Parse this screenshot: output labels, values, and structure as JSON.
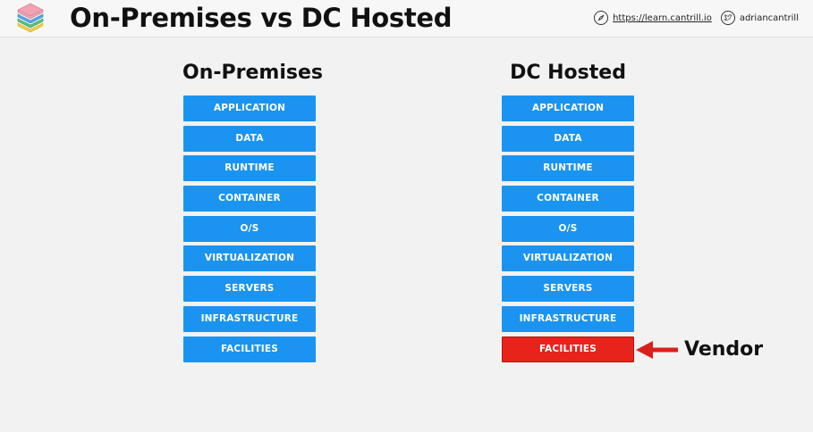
{
  "header": {
    "title": "On-Premises vs DC Hosted",
    "website": "https://learn.cantrill.io",
    "twitter": "adriancantrill"
  },
  "columns": [
    {
      "title": "On-Premises",
      "layers": [
        "APPLICATION",
        "DATA",
        "RUNTIME",
        "CONTAINER",
        "O/S",
        "VIRTUALIZATION",
        "SERVERS",
        "INFRASTRUCTURE",
        "FACILITIES"
      ]
    },
    {
      "title": "DC Hosted",
      "layers": [
        "APPLICATION",
        "DATA",
        "RUNTIME",
        "CONTAINER",
        "O/S",
        "VIRTUALIZATION",
        "SERVERS",
        "INFRASTRUCTURE",
        "FACILITIES"
      ]
    }
  ],
  "annotation": {
    "label": "Vendor"
  },
  "colors": {
    "layer": "#1a94f0",
    "vendor_layer": "#e8231c",
    "arrow": "#d9211b"
  },
  "icons": {
    "logo": "stacked-layers-logo",
    "website": "safari-compass-icon",
    "twitter": "twitter-bird-icon"
  }
}
